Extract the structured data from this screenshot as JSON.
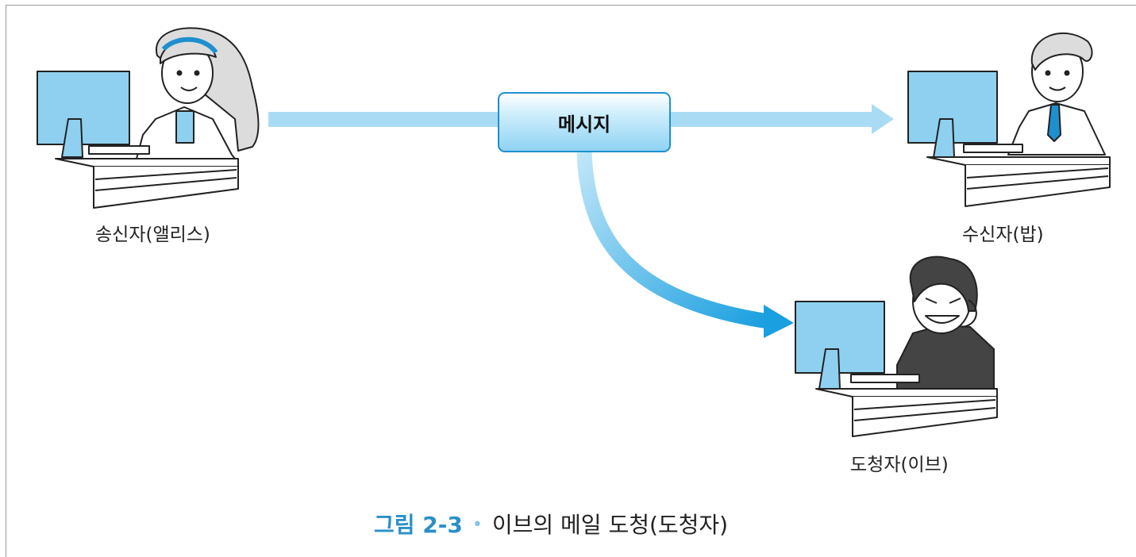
{
  "message_box": {
    "label": "메시지"
  },
  "participants": {
    "sender": {
      "label": "송신자(앨리스)"
    },
    "receiver": {
      "label": "수신자(밥)"
    },
    "eavesdropper": {
      "label": "도청자(이브)"
    }
  },
  "caption": {
    "figure_number": "그림 2-3",
    "bullet": "•",
    "text": "이브의 메일 도청(도청자)"
  },
  "colors": {
    "arrow_light": "#a9dcf4",
    "arrow_dark": "#1a9fe0",
    "box_border": "#1e8fcf",
    "caption_accent": "#2a8fc9",
    "monitor_screen": "#8fd0f0"
  },
  "icons": [
    "female-user-at-computer-icon",
    "male-user-at-computer-icon",
    "hacker-at-computer-icon"
  ]
}
